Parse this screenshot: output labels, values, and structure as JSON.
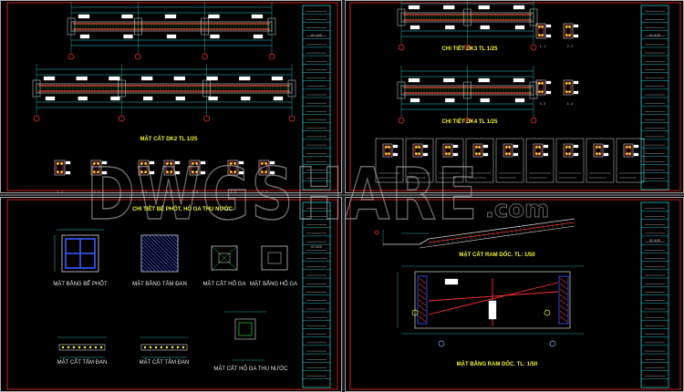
{
  "sheets": {
    "top_left": {
      "captions": {
        "section_dk2": "MẶT CẮT DK2 TL 1/25",
        "sections": [
          "1 - 1",
          "2 - 2",
          "3 - 3",
          "4 - 4",
          "5 - 5",
          "6 - 6",
          "7 - 7"
        ]
      },
      "title_block": {
        "sheet_no": "KC 4/25"
      }
    },
    "top_right": {
      "captions": {
        "detail_dk3": "CHI TIẾT DK3 TL 1/25",
        "detail_dk4": "CHI TIẾT DK4 TL 1/25",
        "sections": [
          "1 - 1",
          "2 - 2",
          "3 - 3",
          "4 - 4"
        ]
      },
      "title_block": {
        "sheet_no": "KC 4/25"
      }
    },
    "bottom_left": {
      "captions": {
        "septic_detail": "CHI TIẾT BỂ PHỐT, HỐ GA THU NƯỚC",
        "septic_plan": "MẶT BẰNG BỂ PHỐT",
        "cover_slab_plan": "MẶT BẰNG TẤM ĐAN",
        "manhole_section": "MẶT CẮT HỐ GA",
        "manhole_plan": "MẶT BẰNG HỐ GA",
        "slab_section_a": "MẶT CẮT TẤM ĐAN",
        "slab_section_b": "MẶT CẮT TẤM ĐAN",
        "manhole_section_bottom": "MẶT CẮT HỐ GA THU NƯỚC"
      },
      "title_block": {
        "sheet_no": "KC 5/25"
      }
    },
    "bottom_right": {
      "captions": {
        "ramp_section": "MẶT CẮT RAM DỐC. TL: 1/50",
        "ramp_plan": "MẶT BẰNG RAM DỐC. TL: 1/50"
      },
      "title_block": {
        "sheet_no": "KC 5/25"
      }
    }
  },
  "watermark": {
    "main": "DWGSHARE",
    "suffix": ".com"
  },
  "colors": {
    "background": "#000000",
    "frame": "#ff2a2a",
    "title_block": "#2ee6e6",
    "beam": "#ff3333",
    "rebar": "#f2f233",
    "dimension": "#33d0d0",
    "hatch": "#3b5bff",
    "green": "#33cc33"
  }
}
